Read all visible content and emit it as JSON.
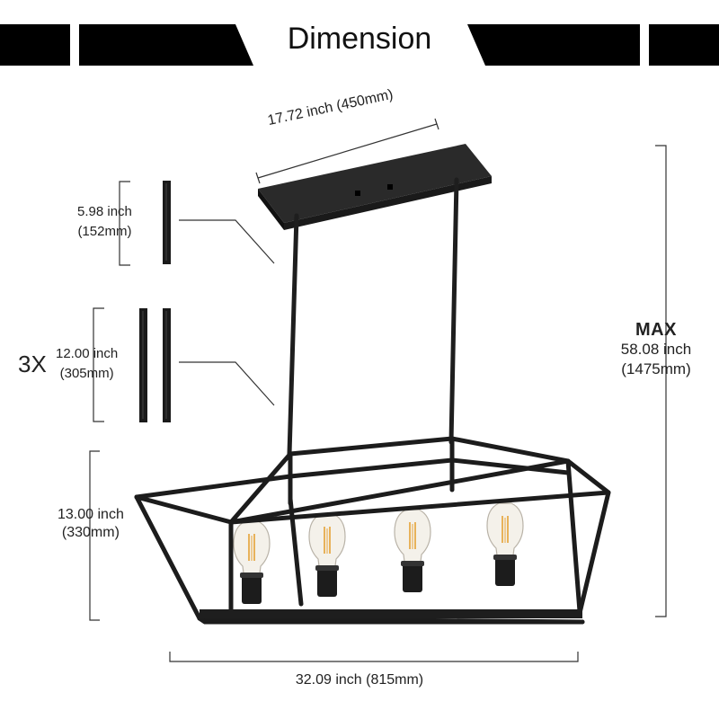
{
  "banner": {
    "title": "Dimension"
  },
  "dimensions": {
    "canopy_length": "17.72 inch (450mm)",
    "short_rod": {
      "inch": "5.98 inch",
      "mm": "(152mm)"
    },
    "long_rod": {
      "multiplier": "3X",
      "inch": "12.00 inch",
      "mm": "(305mm)"
    },
    "cage_height": {
      "inch": "13.00 inch",
      "mm": "(330mm)"
    },
    "overall_height": {
      "label": "MAX",
      "inch": "58.08 inch",
      "mm": "(1475mm)"
    },
    "fixture_width": "32.09 inch (815mm)"
  },
  "product": {
    "bulb_count": 4,
    "finish_color": "#1c1c1c",
    "bulb_glow": "#e8b25a"
  }
}
